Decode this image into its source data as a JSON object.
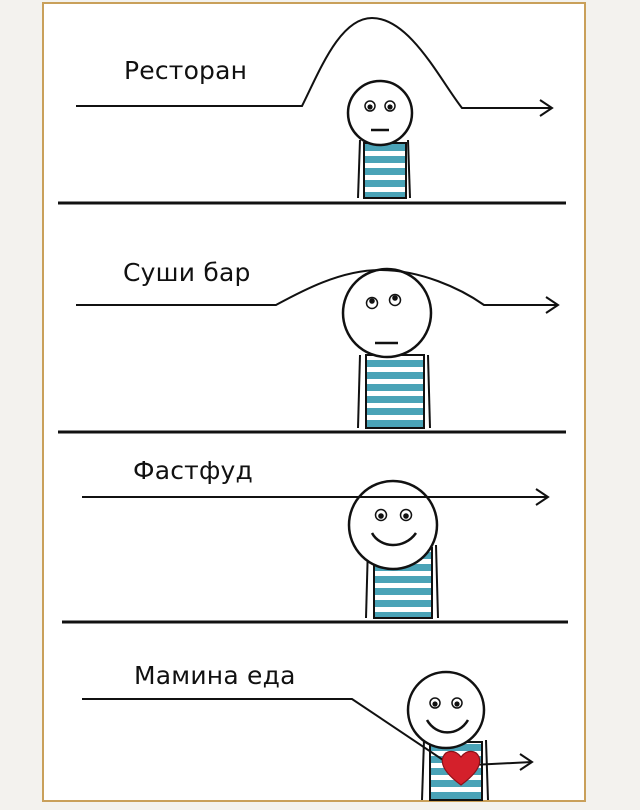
{
  "panels": [
    {
      "label": "Ресторан"
    },
    {
      "label": "Суши бар"
    },
    {
      "label": "Фастфуд"
    },
    {
      "label": "Мамина еда"
    }
  ],
  "colors": {
    "frame": "#c9a05a",
    "stripe": "#4aa3b7",
    "heart": "#d4202b"
  },
  "icons": [
    "stick-figure-icon",
    "arrow-right-icon",
    "heart-icon"
  ]
}
